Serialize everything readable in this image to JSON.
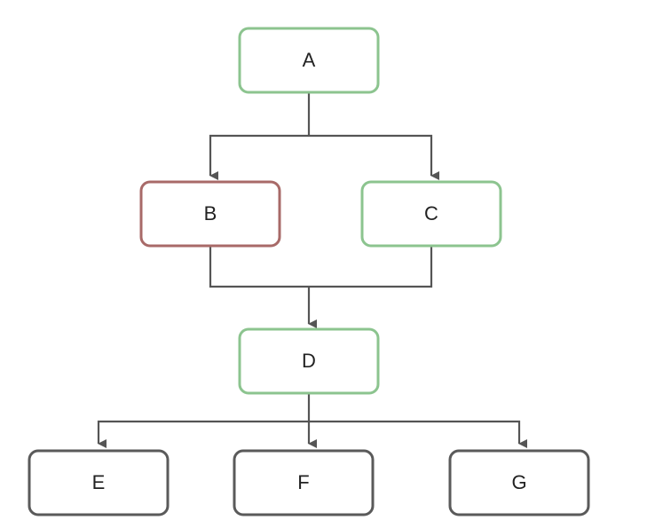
{
  "diagram": {
    "colors": {
      "green": "#8cc48f",
      "red": "#a86a68",
      "gray": "#5a5a5a",
      "line": "#555555"
    },
    "nodes": [
      {
        "id": "A",
        "label": "A",
        "status": "green"
      },
      {
        "id": "B",
        "label": "B",
        "status": "red"
      },
      {
        "id": "C",
        "label": "C",
        "status": "green"
      },
      {
        "id": "D",
        "label": "D",
        "status": "green"
      },
      {
        "id": "E",
        "label": "E",
        "status": "gray"
      },
      {
        "id": "F",
        "label": "F",
        "status": "gray"
      },
      {
        "id": "G",
        "label": "G",
        "status": "gray"
      }
    ],
    "edges": [
      {
        "from": "A",
        "to": "B"
      },
      {
        "from": "A",
        "to": "C"
      },
      {
        "from": "B",
        "to": "D"
      },
      {
        "from": "C",
        "to": "D"
      },
      {
        "from": "D",
        "to": "E"
      },
      {
        "from": "D",
        "to": "F"
      },
      {
        "from": "D",
        "to": "G"
      }
    ]
  }
}
